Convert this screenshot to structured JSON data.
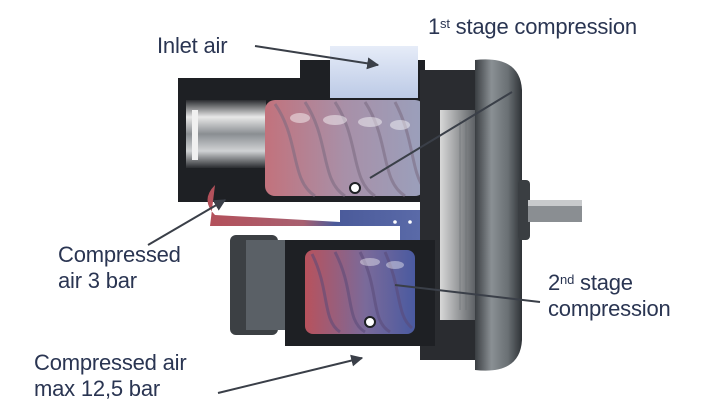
{
  "diagram": {
    "subject": "Two-stage rotary screw air compressor cutaway",
    "colors": {
      "label_text": "#2a3552",
      "leader_line": "#3a3f48",
      "inlet_air": "#c8d4ec",
      "hot_air": "#b4505a",
      "cool_air": "#4a5a9a",
      "housing_dark": "#1e2024",
      "housing_mid": "#5a6066",
      "housing_light": "#b8bcc0"
    },
    "labels": {
      "inlet_air": "Inlet air",
      "stage1": {
        "number": "1",
        "ordinal": "st",
        "text": " stage compression"
      },
      "compressed_3bar": {
        "line1": "Compressed",
        "line2": "air 3 bar"
      },
      "stage2": {
        "number": "2",
        "ordinal": "nd",
        "line1_rest": " stage",
        "line2": "compression"
      },
      "compressed_max": {
        "line1": "Compressed air",
        "line2": "max 12,5 bar"
      }
    }
  }
}
